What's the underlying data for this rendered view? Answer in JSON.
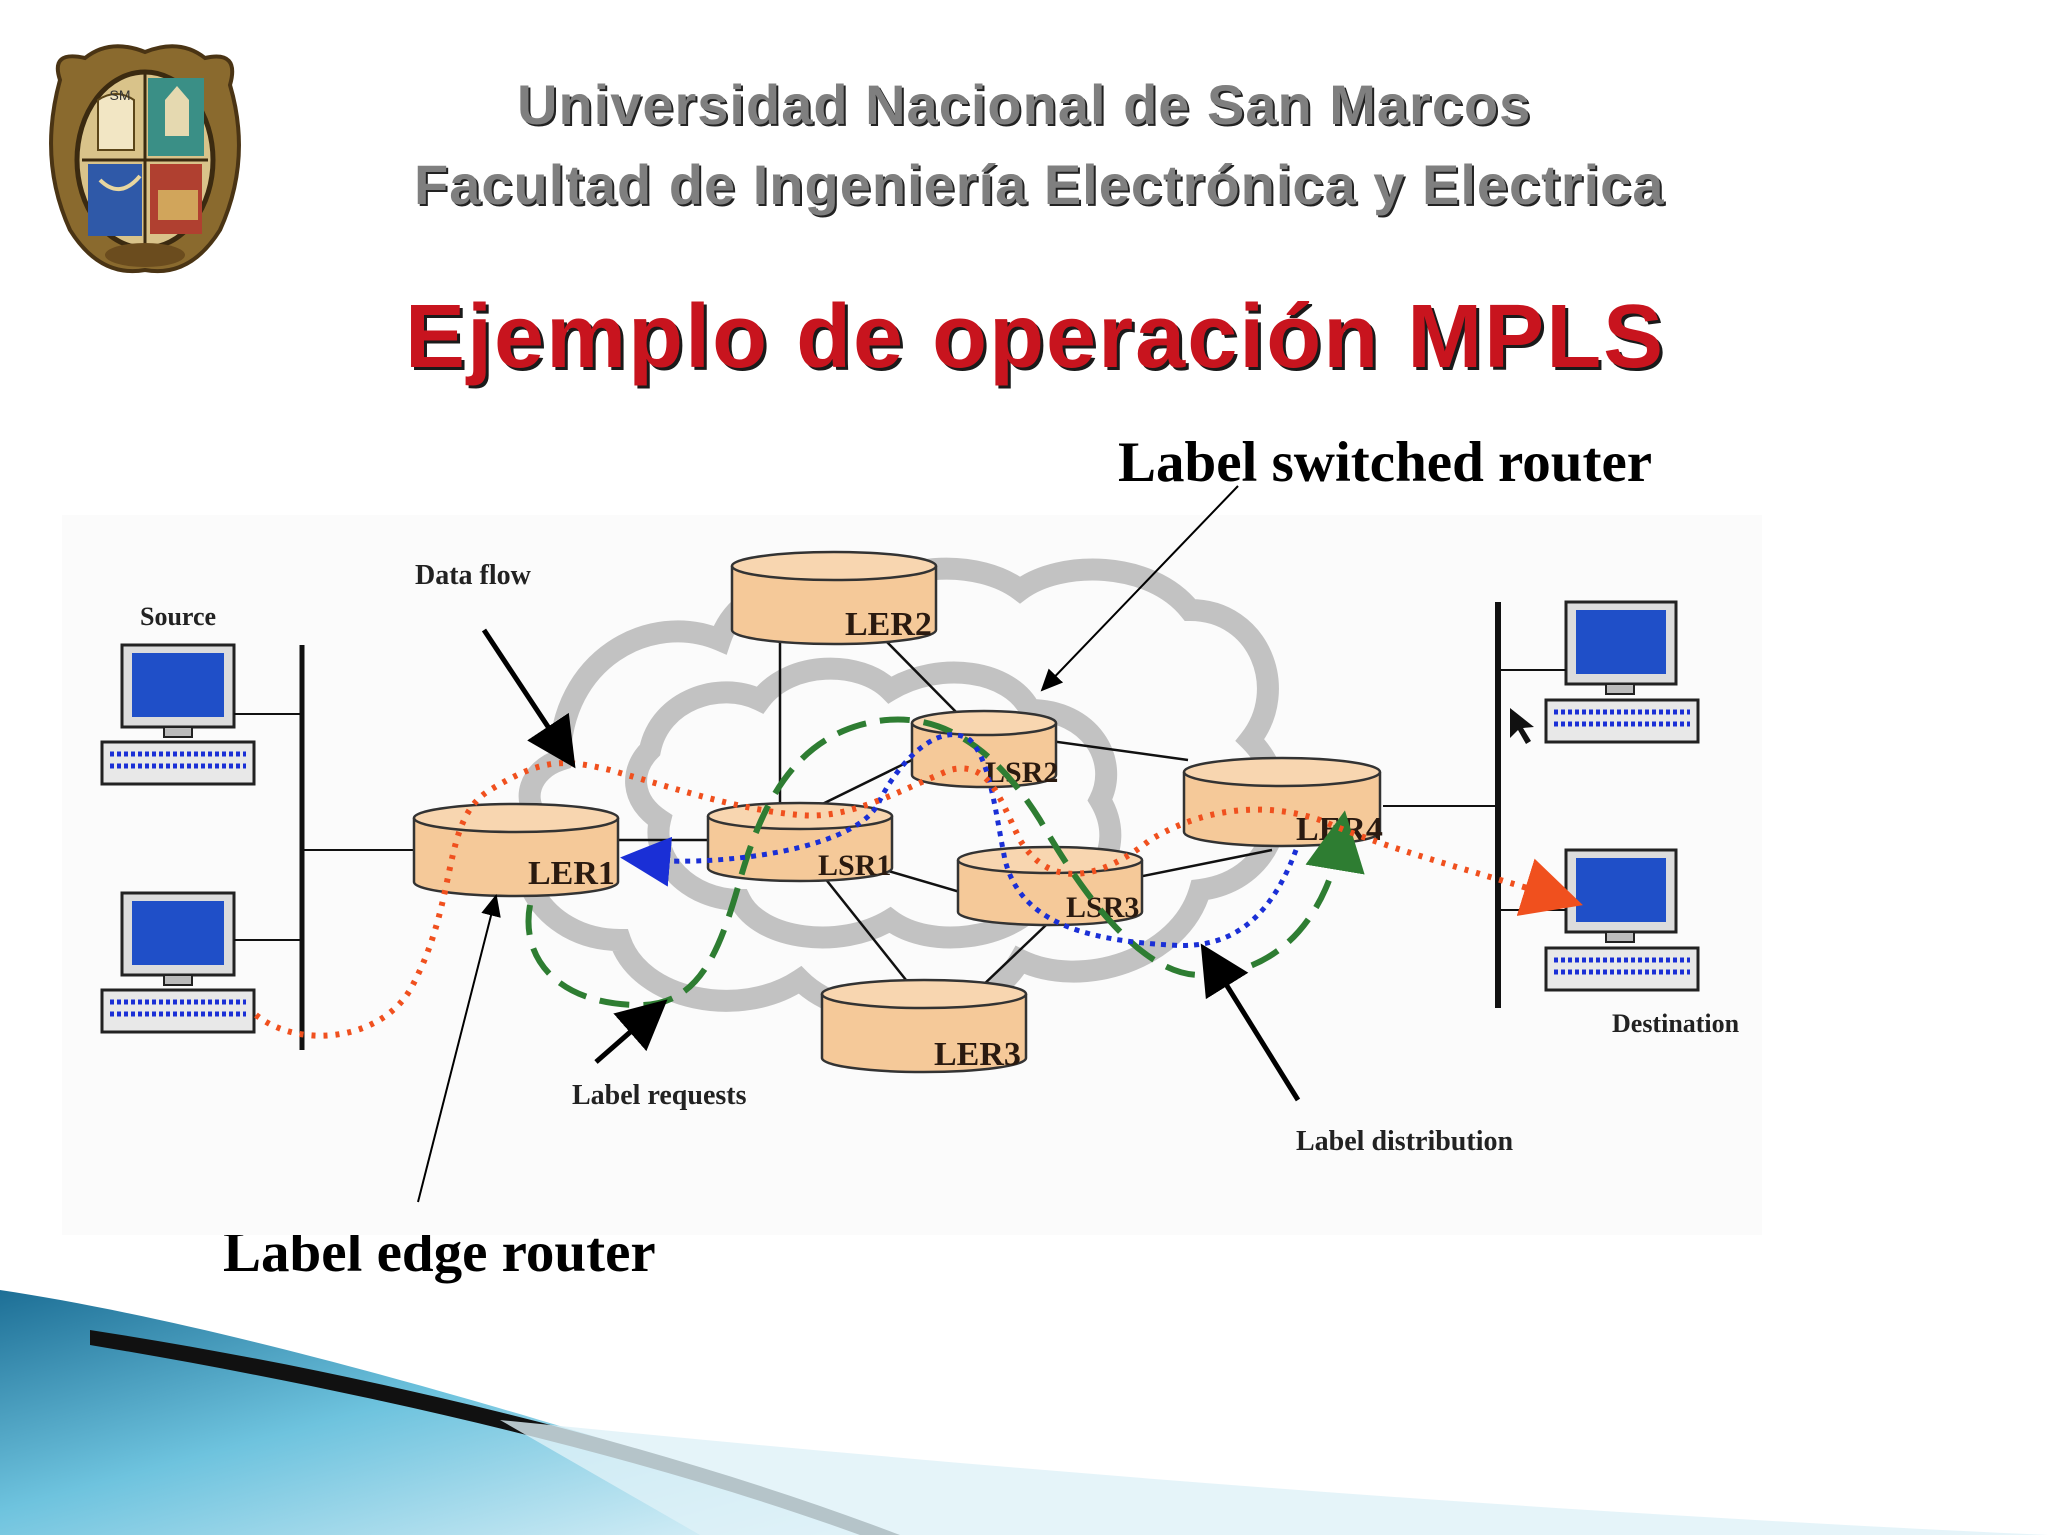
{
  "header": {
    "university": "Universidad Nacional de San Marcos",
    "faculty": "Facultad de Ingeniería Electrónica y Electrica",
    "crest_monogram": "SM"
  },
  "slide": {
    "title": "Ejemplo de operación MPLS"
  },
  "callouts": {
    "label_switched_router": "Label switched router",
    "label_edge_router": "Label edge router"
  },
  "diagram": {
    "routers": {
      "ler1": "LER1",
      "ler2": "LER2",
      "ler3": "LER3",
      "ler4": "LER4",
      "lsr1": "LSR1",
      "lsr2": "LSR2",
      "lsr3": "LSR3"
    },
    "labels": {
      "source": "Source",
      "destination": "Destination",
      "data_flow": "Data flow",
      "label_requests": "Label requests",
      "label_distribution": "Label distribution"
    },
    "colors": {
      "router_fill": "#f5c999",
      "cloud": "#b9b9b9",
      "data_flow": "#f0501e",
      "label_requests": "#2e7d32",
      "label_distribution": "#1a2fd6",
      "screen": "#1f4fc8"
    }
  },
  "theme": {
    "title_color": "#c8141e",
    "header_color": "#7f7f7f",
    "swoosh_light": "#6ec3de",
    "swoosh_dark": "#1d6f96"
  }
}
